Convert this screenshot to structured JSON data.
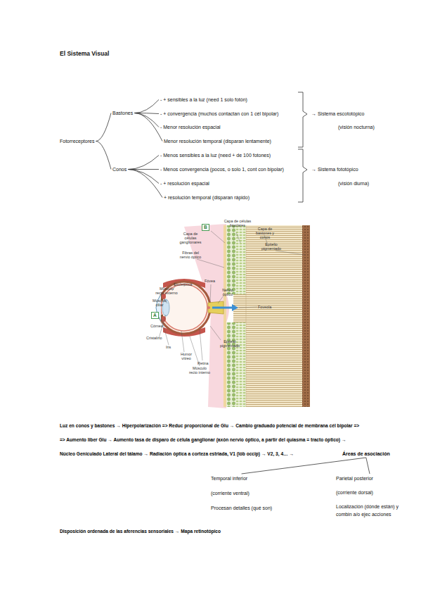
{
  "diagram": {
    "title": "El Sistema Visual",
    "nodes": [
      {
        "text": [
          "Fotorreceptores"
        ]
      },
      {
        "text": [
          "Bastones"
        ]
      },
      {
        "text": [
          "Conos"
        ]
      },
      {
        "text": [
          "- + sensibles a la luz (need 1 solo fotón)"
        ]
      },
      {
        "text": [
          "- + convergencia (muchos contactan con 1 cél bipolar)"
        ]
      },
      {
        "text": [
          "- Menor resolución espacial"
        ]
      },
      {
        "text": [
          "Menor resolución temporal (disparan lentamente)"
        ]
      },
      {
        "text": [
          "- Menos sensibles a la luz (need + de 100 fotones)"
        ]
      },
      {
        "text": [
          "- Menos convergencia (pocos, o solo 1, cont con bipolar)"
        ]
      },
      {
        "text": [
          "- + resolución espacial"
        ]
      },
      {
        "text": [
          "+ resolución temporal (disparan rápido)"
        ]
      },
      {
        "text": [
          "Áreas de asociación"
        ]
      },
      {
        "text": [
          "Temporal inferior",
          "(corriente ventral)",
          "Procesan detalles (qué son)"
        ]
      },
      {
        "text": [
          "Parietal posterior",
          "(corriente dorsal)",
          "Localización (dónde están) y combin a/o ejec acciones"
        ]
      }
    ],
    "edges": [
      {
        "from": 0,
        "to": 1,
        "arrow": "none"
      },
      {
        "from": 0,
        "to": 2,
        "arrow": "none"
      },
      {
        "from": 1,
        "to": 3,
        "arrow": "none"
      },
      {
        "from": 1,
        "to": 4,
        "arrow": "none"
      },
      {
        "from": 1,
        "to": 5,
        "arrow": "none"
      },
      {
        "from": 1,
        "to": 6,
        "arrow": "none"
      },
      {
        "from": 2,
        "to": 7,
        "arrow": "none"
      },
      {
        "from": 2,
        "to": 8,
        "arrow": "none"
      },
      {
        "from": 2,
        "to": 9,
        "arrow": "none"
      },
      {
        "from": 2,
        "to": 10,
        "arrow": "none"
      },
      {
        "from": 11,
        "to": 12,
        "arrow": "none"
      },
      {
        "from": 11,
        "to": 13,
        "arrow": "none"
      }
    ],
    "labels": [
      "→ Sistema escototópico",
      "(visión nocturna)",
      "→ Sistema fototópico",
      "(visión diurna)",
      "B",
      "Capa de células bipolares",
      "Capa de bastones y conos",
      "Capa de células ganglionares",
      "Epitelio pigmentado",
      "Fibras del nervio óptico",
      "Esclerótica",
      "Fóvea",
      "Músculo recto externo",
      "Músculo ciliar",
      "Nervio óptico",
      "Foveola",
      "A",
      "Córnea",
      "Cristalino",
      "Iris",
      "Humor vítreo",
      "Epitelio pigmentado",
      "Retina",
      "Músculo recto interno",
      "Luz en conos y bastones → Hiperpolarización => Reduc proporcional de Glu → Cambio graduado potencial de membrana cél bipolar =>",
      "=> Aumento liber Glu → Aumento tasa de disparo de célula ganglionar (axón nervio óptico, a partir del quiasma = tracto óptico) →",
      "Núcleo Geniculado Lateral del tálamo → Radiación óptica a corteza estriada, V1 (lób occip) → V2, 3, 4… →",
      "Disposición ordenada de las aferencias sensoriales → Mapa retinotópico"
    ]
  }
}
